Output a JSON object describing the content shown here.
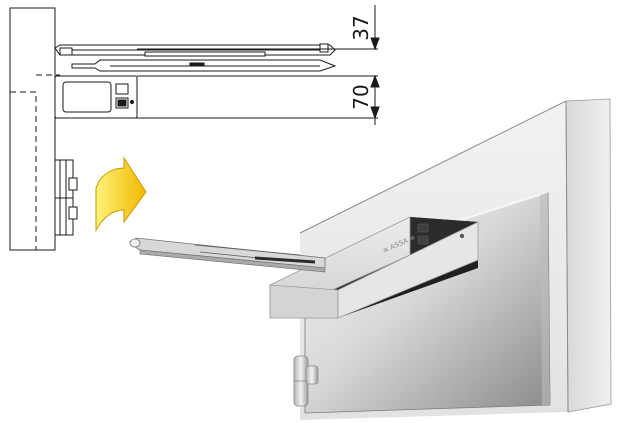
{
  "diagram": {
    "dimensions": [
      {
        "id": "top_offset",
        "value": "37"
      },
      {
        "id": "closer_height",
        "value": "70"
      }
    ],
    "brand_mark": "≡ ASSA ≡",
    "colors": {
      "arrow_fill": "#f4c400",
      "arrow_stroke": "#c79a00",
      "closer_body": "#2a2a2a",
      "cover": "#dadada",
      "line": "#1a1a1a",
      "door_shadow": "#7c7c7c"
    }
  }
}
